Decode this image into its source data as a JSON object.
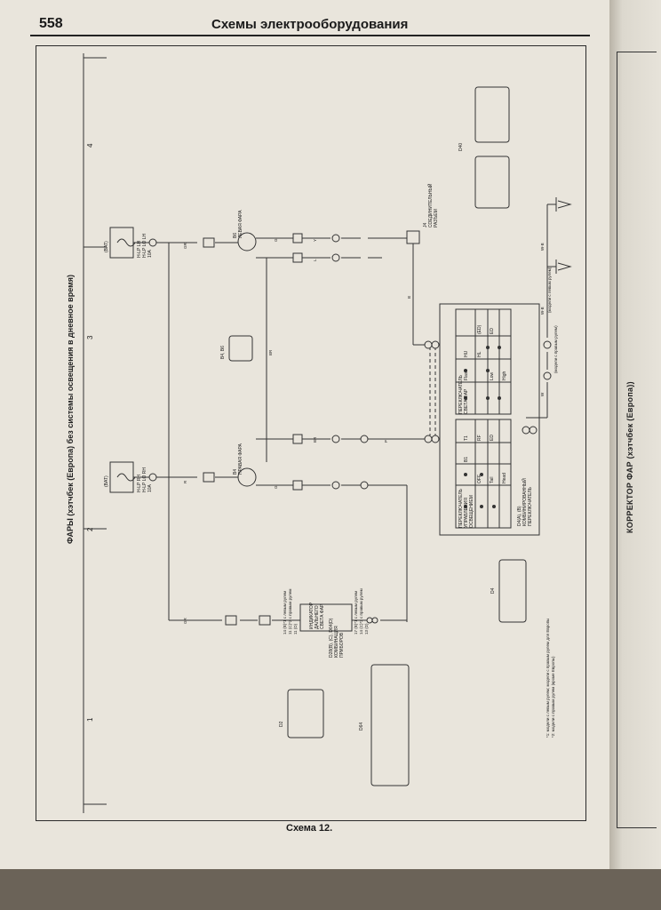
{
  "header": {
    "page_number": "558",
    "title": "Схемы электрооборудования"
  },
  "diagram": {
    "title": "ФАРЫ (хэтчбек (Европа) без системы освещения в дневное время)",
    "caption": "Схема 12.",
    "grid_numbers": [
      "1",
      "2",
      "3",
      "4"
    ],
    "fuse_rh": {
      "bat": "(BAT)",
      "l1": "H-LP RH",
      "l2": "H-LP LO RH",
      "l3": "10A"
    },
    "fuse_lh": {
      "bat": "(BAT)",
      "l1": "H-LP LH",
      "l2": "H-LP LO LH",
      "l3": "10A"
    },
    "headlamp_right": {
      "code": "B4",
      "name": "ПРАВАЯ ФАРА"
    },
    "headlamp_left": {
      "code": "B6",
      "name": "ЛЕВАЯ ФАРА"
    },
    "connector_j4": {
      "code": "J4",
      "name1": "СОЕДИНИТЕЛЬНЫЙ",
      "name2": "РАЗЪЕМ"
    },
    "light_switch": {
      "title1": "ПЕРЕКЛЮЧАТЕЛЬ",
      "title2": "УПРАВЛЕНИЯ",
      "title3": "ОСВЕЩЕНИЕМ",
      "cols": [
        "B1",
        "T1",
        "RF",
        "ED"
      ],
      "rows": [
        "OFF",
        "Tail",
        "Head"
      ]
    },
    "dimmer_switch": {
      "title1": "ПЕРЕКЛЮЧАТЕЛЬ",
      "title2": "СВЕТА ФАР",
      "cols": [
        "HU",
        "HL",
        "(ED)",
        "ED"
      ],
      "rows": [
        "Flash",
        "Low",
        "High"
      ]
    },
    "combo_switch": {
      "code": "D4(A), (B)",
      "name1": "КОМБИНИРОВАННЫЙ",
      "name2": "ПЕРЕКЛЮЧАТЕЛЬ"
    },
    "indicator": {
      "name1": "ИНДИКАТОР",
      "name2": "ДАЛЬНЕГО",
      "name3": "СВЕТА ФАР",
      "code": "D28(B), (C), D64(D)",
      "name4": "КОМБИНАЦИЯ",
      "name5": "ПРИБОРОВ"
    },
    "indicator_pins_left": [
      "14 (В)*1 с левым рулем",
      "11 (С)*2 с правым рулем",
      "11 (D)"
    ],
    "indicator_pins_right": [
      "17 (В)*1 с левым рулем",
      "14 (С)*2 с правым рулем",
      "13 (D)"
    ],
    "wire_colors": {
      "gr": "GR",
      "r": "R",
      "g": "G",
      "br": "BR",
      "y": "Y",
      "l": "L",
      "p": "P",
      "w": "W",
      "wb": "W-B",
      "b": "B"
    },
    "ground_note1": "W-B",
    "ground_note2": "(модели с левым рулем)",
    "ground_note3": "W-B",
    "ground_note4": "(модели с правым рулем)",
    "footnote1": "*1: модели с левым рулем; модели с правым рулем для Европы",
    "footnote2": "*2: модели с правым рулем (кроме Европы)",
    "connector_codes": [
      "D2",
      "D64",
      "D4",
      "D40",
      "B4, B6"
    ],
    "side_title": "КОРРЕКТОР ФАР (хэтчбек (Европа))"
  },
  "colors": {
    "paper": "#e9e5dc",
    "ink": "#222222",
    "background": "#6b6358"
  }
}
